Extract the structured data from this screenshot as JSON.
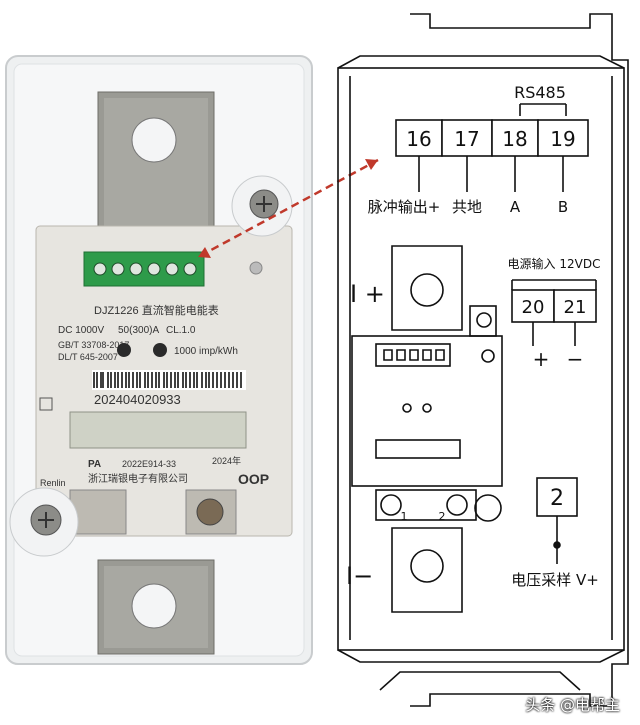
{
  "meter": {
    "model_line": "DJZ1226 直流智能电能表",
    "rating": "DC 1000V",
    "current": "50(300)A",
    "class": "CL.1.0",
    "standard1": "GB/T 33708-2017",
    "standard2": "DL/T 645-2007",
    "constant": "1000 imp/kWh",
    "serial": "202404020933",
    "pa_mark": "PA",
    "cert": "2022E914-33",
    "year": "2024年",
    "maker": "浙江瑞银电子有限公司",
    "brand": "Renlin",
    "logo": "OOP"
  },
  "diagram": {
    "rs485_label": "RS485",
    "terminals_top": [
      "16",
      "17",
      "18",
      "19"
    ],
    "terminal_labels_top": [
      "脉冲输出+",
      "共地",
      "A",
      "B"
    ],
    "power_label": "电源输入 12VDC",
    "power_terminals": [
      "20",
      "21"
    ],
    "power_signs": [
      "+",
      "−"
    ],
    "i_plus": "I +",
    "i_minus": "I−",
    "small_terminals": [
      "1",
      "2"
    ],
    "voltage_terminal": "2",
    "voltage_label": "电压采样 V+"
  },
  "watermark": "头条 @电帮主",
  "colors": {
    "arrow": "#c0392b",
    "terminal_green": "#2e9b4a",
    "line": "#111111"
  }
}
